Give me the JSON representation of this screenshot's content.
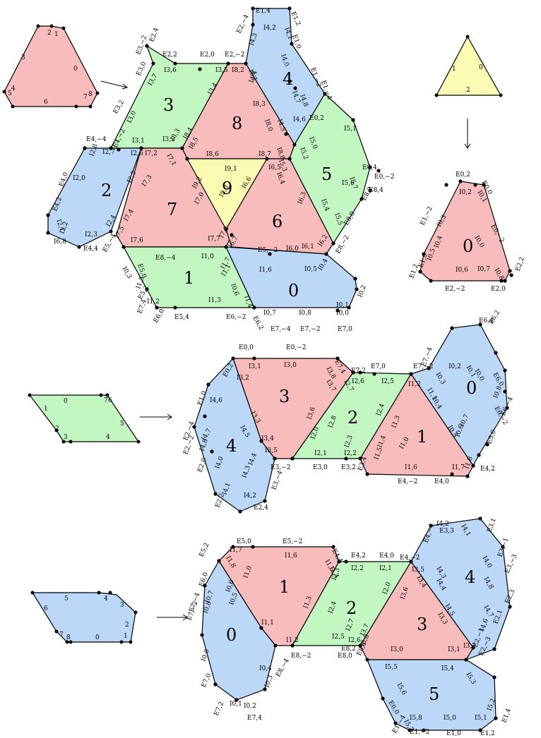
{
  "colors": {
    "red": "#f9bcbc",
    "blue": "#bcd8f8",
    "green": "#c2f7c2",
    "yellow": "#fbfbb4",
    "stroke": "#000000"
  },
  "sections": [
    {
      "id": "top",
      "templates": [
        {
          "id": "tpl-red-triangle",
          "color": "red",
          "edge_labels": [
            "2",
            "1",
            "3",
            "0",
            "5",
            "4",
            "6",
            "7",
            "8"
          ]
        },
        {
          "id": "tpl-yellow-triangle",
          "color": "yellow",
          "edge_labels": [
            "1",
            "0",
            "2"
          ]
        }
      ],
      "tiles": [
        {
          "label": "0",
          "color": "blue"
        },
        {
          "label": "1",
          "color": "green"
        },
        {
          "label": "2",
          "color": "blue"
        },
        {
          "label": "3",
          "color": "green"
        },
        {
          "label": "4",
          "color": "blue"
        },
        {
          "label": "5",
          "color": "green"
        },
        {
          "label": "6",
          "color": "red"
        },
        {
          "label": "7",
          "color": "red"
        },
        {
          "label": "8",
          "color": "red"
        },
        {
          "label": "9",
          "color": "yellow"
        }
      ],
      "detail_tile": {
        "label": "0",
        "color": "red"
      },
      "vertex_labels": [
        "E1,4",
        "E1,2",
        "E2,−4",
        "I4,2",
        "I4,1",
        "I4,3",
        "E1,0",
        "E2,4",
        "E3,−2",
        "E2,2",
        "E2,0",
        "E2,−2",
        "I3,7",
        "I3,6",
        "I3,5",
        "I8,2",
        "I8,1",
        "I4,4",
        "I4,0",
        "E1,−2",
        "E1,−4",
        "I4,8",
        "I4,7",
        "E3,0",
        "I3,4",
        "I8,3",
        "E3,2",
        "I3,0",
        "I8,0",
        "I4,5",
        "I4,6",
        "E0,2",
        "I5,1",
        "E4,−4",
        "E4,−2",
        "I3,1",
        "I3,2",
        "I3,3",
        "I8,4",
        "I8,5",
        "I5,0",
        "I5,2",
        "I2,8",
        "I2,7",
        "I2,6",
        "I7,2",
        "I7,1",
        "I8,6",
        "I8,7",
        "I8,8",
        "I5,3",
        "E0,4",
        "E0,−2",
        "E4,0",
        "I2,0",
        "I2,5",
        "I7,3",
        "I9,1",
        "I6,5",
        "I6,4",
        "I5,7",
        "I5,6",
        "E8,4",
        "E8,2",
        "I9,2",
        "I9,0",
        "I6,6",
        "I7,0",
        "I6,3",
        "I5,4",
        "I5,5",
        "E8,0",
        "E4,2",
        "I2,1",
        "I2,2",
        "I2,3",
        "I2,4",
        "I7,4",
        "I7,5",
        "I7,6",
        "I7,7",
        "I7,8",
        "I6,7",
        "I6,8",
        "E4,4",
        "E5,−4",
        "E5,−2",
        "I6,0",
        "I6,1",
        "I6,2",
        "E8,−2",
        "E8,−4",
        "I1,0",
        "I1,7",
        "I1,6",
        "I0,5",
        "I0,4",
        "I0,3",
        "E5,0",
        "I1,1",
        "I0,6",
        "I1,5",
        "E5,2",
        "I1,2",
        "I1,3",
        "I1,4",
        "I0,7",
        "I0,8",
        "I0,0",
        "I0,1",
        "I0,2",
        "E7,4",
        "E5,4",
        "E6,0",
        "E6,−2",
        "E6,2",
        "E7,−4",
        "E7,−2",
        "E7,0",
        "E7,2"
      ],
      "detail_labels": [
        "E0,2",
        "E0,0",
        "I0,2",
        "I0,1",
        "E1,−2",
        "I0,3",
        "E0,−2",
        "I0,0",
        "E1,0",
        "I0,4",
        "I0,5",
        "I0,6",
        "I0,7",
        "I0,8",
        "E1,2",
        "E2,2",
        "E2,−2",
        "E2,0"
      ]
    },
    {
      "id": "middle",
      "templates": [
        {
          "id": "tpl-green-parallelogram",
          "color": "green",
          "edge_labels": [
            "0",
            "7",
            "6",
            "1",
            "5",
            "2",
            "3",
            "4"
          ]
        }
      ],
      "tiles": [
        {
          "label": "3",
          "color": "red"
        },
        {
          "label": "2",
          "color": "green"
        },
        {
          "label": "0",
          "color": "blue"
        },
        {
          "label": "4",
          "color": "blue"
        },
        {
          "label": "1",
          "color": "red"
        }
      ],
      "vertex_labels": [
        "E6,4",
        "E6,2",
        "E0,0",
        "E0,−2",
        "E7,4",
        "E7,−4",
        "I0,2",
        "I0,1",
        "E0,2",
        "I3,2",
        "I3,1",
        "I3,0",
        "I3,8",
        "E7,2",
        "E7,0",
        "E7,−2",
        "I0,3",
        "I0,0",
        "E6,0",
        "I3,7",
        "I2,7",
        "I2,6",
        "I2,5",
        "I1,2",
        "I1,1",
        "I0,4",
        "E1,0",
        "I4,6",
        "I3,3",
        "I2,8",
        "I1,3",
        "I0,8",
        "E6,−2",
        "I4,5",
        "I3,6",
        "I2,4",
        "I0,5",
        "I0,7",
        "E6,−4",
        "E2,−4",
        "I4,7",
        "I4,8",
        "I2,0",
        "I0,6",
        "E5,0",
        "E2,−2",
        "I3,4",
        "I3,5",
        "I2,1",
        "I2,2",
        "I2,3",
        "I1,4",
        "I1,5",
        "I1,0",
        "E3,−2",
        "E3,0",
        "E3,2",
        "E3,4",
        "I1,6",
        "I1,7",
        "I1,8",
        "E4,2",
        "E2,0",
        "I4,0",
        "I4,3",
        "I4,4",
        "E4,−2",
        "E4,0",
        "E3,−4",
        "I4,1",
        "I4,2",
        "E2,2",
        "E2,4"
      ]
    },
    {
      "id": "bottom",
      "templates": [
        {
          "id": "tpl-blue-pentagon",
          "color": "blue",
          "edge_labels": [
            "5",
            "4",
            "3",
            "6",
            "2",
            "7",
            "8",
            "0",
            "1"
          ]
        }
      ],
      "tiles": [
        {
          "label": "1",
          "color": "red"
        },
        {
          "label": "2",
          "color": "green"
        },
        {
          "label": "0",
          "color": "blue"
        },
        {
          "label": "4",
          "color": "blue"
        },
        {
          "label": "3",
          "color": "red"
        },
        {
          "label": "5",
          "color": "blue"
        }
      ],
      "vertex_labels": [
        "E5,0",
        "E5,−2",
        "E5,2",
        "I1,8",
        "I1,7",
        "I1,6",
        "I1,5",
        "E4,4",
        "E4,2",
        "E4,0",
        "E4,−2",
        "E4,−4",
        "I4,2",
        "I4,1",
        "E3,3",
        "E3,1",
        "E6,0",
        "I0,6",
        "I1,0",
        "I1,4",
        "I2,2",
        "I2,1",
        "I3,5",
        "I4,3",
        "I4,0",
        "E3,−1",
        "I0,5",
        "I2,3",
        "I3,4",
        "I4,4",
        "I4,8",
        "E3,−3",
        "E7,−4",
        "I0,7",
        "I2,0",
        "I3,6",
        "I4,5",
        "I4,7",
        "E2,3",
        "E7,−2",
        "I0,8",
        "I1,3",
        "I2,4",
        "I3,3",
        "I4,6",
        "E2,1",
        "I0,0",
        "I1,1",
        "I1,2",
        "I2,5",
        "I2,6",
        "I2,7",
        "I3,7",
        "I3,8",
        "I3,0",
        "I3,1",
        "I3,2",
        "E2,−1",
        "E7,0",
        "I0,4",
        "I0,3",
        "E8,−2",
        "E8,0",
        "E8,2",
        "E8,4",
        "E8,−4",
        "E2,−3",
        "I0,1",
        "I0,2",
        "E7,2",
        "E7,4",
        "I5,5",
        "I5,4",
        "I5,3",
        "I5,6",
        "E0,0",
        "I5,7",
        "I5,8",
        "I5,0",
        "I5,1",
        "I5,2",
        "E1,4",
        "E1,−4",
        "E1,−2",
        "E1,0",
        "E1,2"
      ]
    }
  ]
}
